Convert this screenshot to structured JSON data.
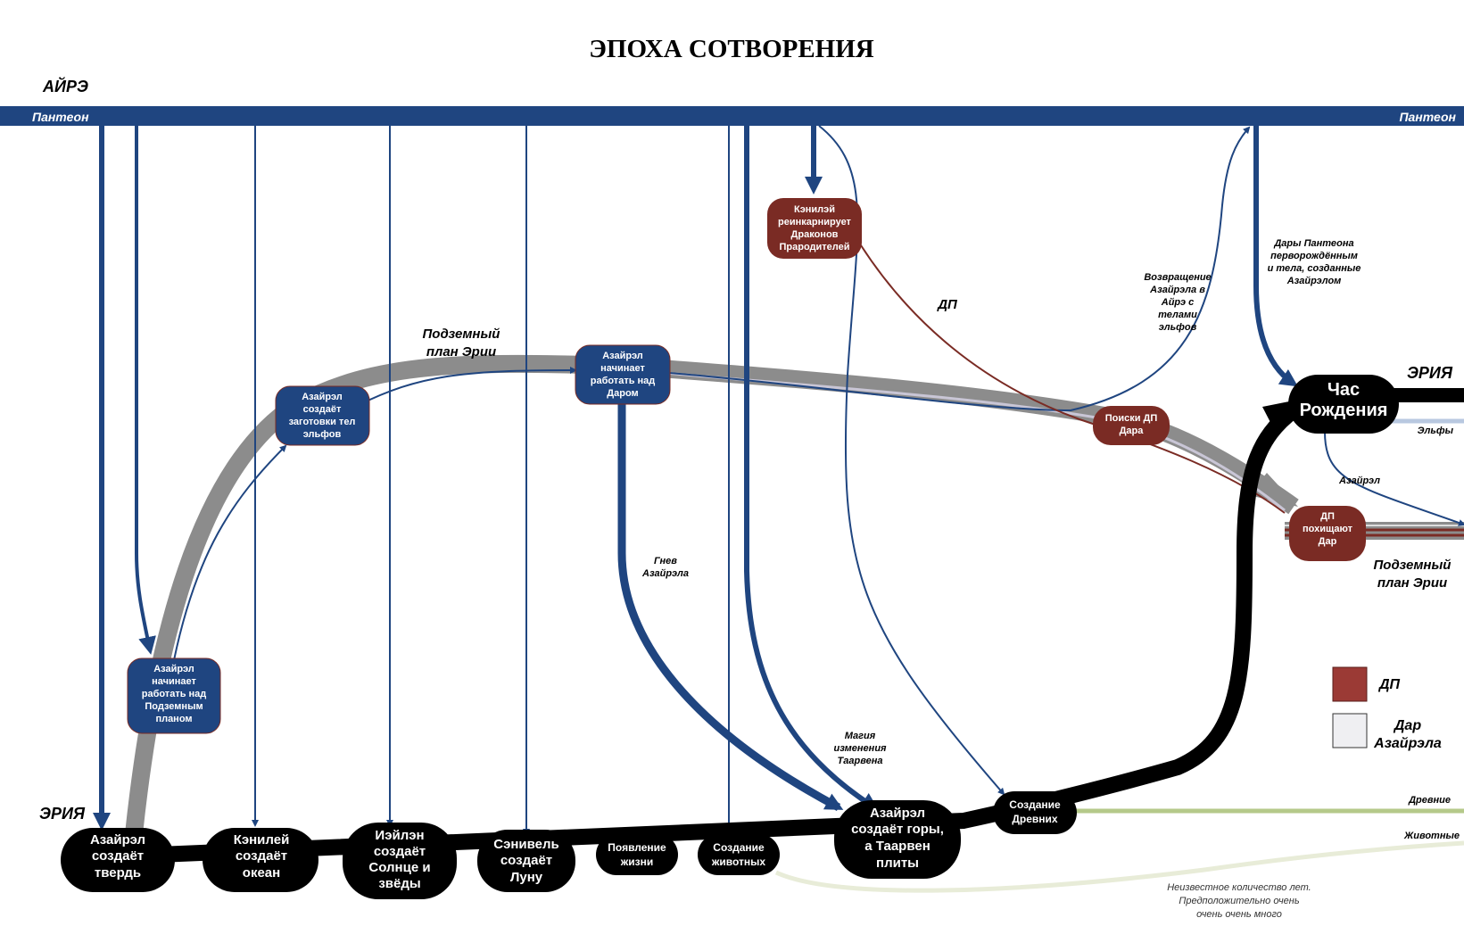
{
  "title": "ЭПОХА СОТВОРЕНИЯ",
  "planes": {
    "aire": "АЙРЭ",
    "pantheon_left": "Пантеон",
    "pantheon_right": "Пантеон",
    "eria_left": "ЭРИЯ",
    "eria_right": "ЭРИЯ",
    "underground_top": [
      "Подземный",
      "план Эрии"
    ],
    "underground_right": [
      "Подземный",
      "план Эрии"
    ]
  },
  "nodes": {
    "firmament": [
      "Азайрэл",
      "создаёт",
      "твердь"
    ],
    "ocean": [
      "Кэнилей",
      "создаёт",
      "океан"
    ],
    "sun": [
      "Иэйлэн",
      "создаёт",
      "Солнце и",
      "звёды"
    ],
    "moon": [
      "Сэнивель",
      "создаёт",
      "Луну"
    ],
    "life": [
      "Появление",
      "жизни"
    ],
    "animals": [
      "Создание",
      "животных"
    ],
    "mountains": [
      "Азайрэл",
      "создаёт горы,",
      "а Таарвен",
      "плиты"
    ],
    "ancients": [
      "Создание",
      "Древних"
    ],
    "birth": [
      "Час",
      "Рождения"
    ],
    "under_plan": [
      "Азайрэл",
      "начинает",
      "работать над",
      "Подземным",
      "планом"
    ],
    "bodies": [
      "Азайрэл",
      "создаёт",
      "заготовки тел",
      "эльфов"
    ],
    "gift_work": [
      "Азайрэл",
      "начинает",
      "работать над",
      "Даром"
    ],
    "dragons": [
      "Кэнилэй",
      "реинкарнирует",
      "Драконов",
      "Прародителей"
    ],
    "search": [
      "Поиски ДП",
      "Дара"
    ],
    "steal": [
      "ДП",
      "похищают",
      "Дар"
    ]
  },
  "labels": {
    "dp": "ДП",
    "wrath": [
      "Гнев",
      "Азайрэла"
    ],
    "magic": [
      "Магия",
      "изменения",
      "Таарвена"
    ],
    "return": [
      "Возвращение",
      "Азайрэла в",
      "Айрэ с",
      "телами",
      "эльфов"
    ],
    "gifts": [
      "Дары Пантеона",
      "перворождённым",
      "и тела, созданные",
      "Азайрэлом"
    ],
    "elves": "Эльфы",
    "azairel": "Азайрэл",
    "ancients_line": "Древние",
    "animals_line": "Животные",
    "unknown_years": [
      "Неизвестное количество лет.",
      "Предположительно очень",
      "очень очень много"
    ]
  },
  "legend": {
    "dp": "ДП",
    "gift": [
      "Дар",
      "Азайрэла"
    ]
  },
  "colors": {
    "pantheon": "#1f4580",
    "blue_node": "#1f4580",
    "red_node": "#7a2b24",
    "black": "#000000",
    "grey_path": "#8c8c8c",
    "ancients": "#b5c98a",
    "animals": "#e8ecd8",
    "legend_dp": "#9b3a35",
    "legend_gift": "#efeff2"
  }
}
